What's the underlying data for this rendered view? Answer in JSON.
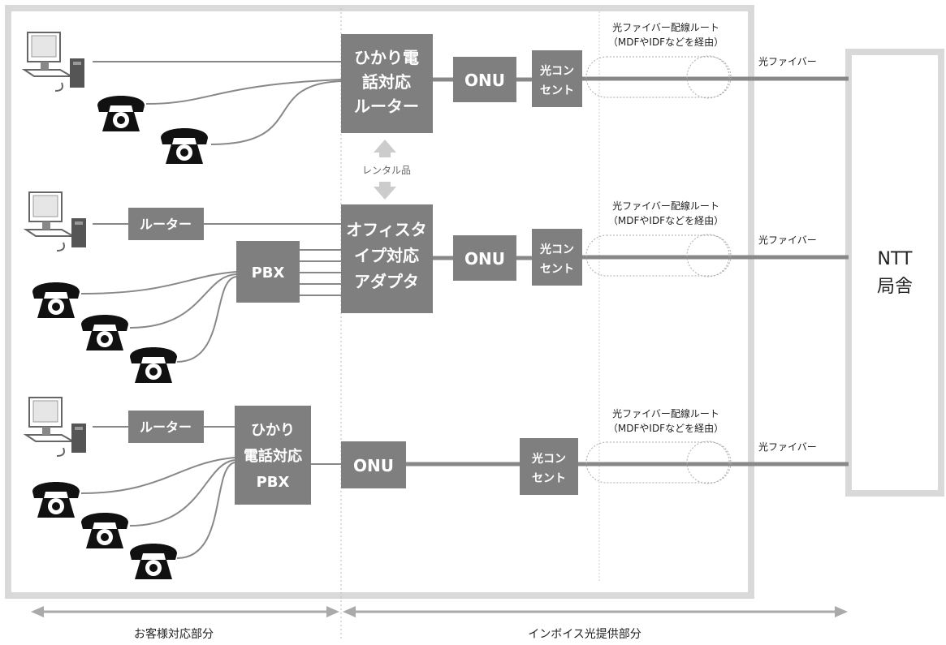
{
  "colors": {
    "box": "#7f7f7f",
    "line": "#888888",
    "frame": "#d9d9d9",
    "text": "#222222"
  },
  "row1": {
    "router": [
      "ひかり電",
      "話対応",
      "ルーター"
    ],
    "onu": "ONU",
    "outlet": [
      "光コン",
      "セント"
    ],
    "route": [
      "光ファイバー配線ルート",
      "（MDFやIDFなどを経由）"
    ],
    "fiber": "光ファイバー"
  },
  "rental": "レンタル品",
  "row2": {
    "router": "ルーター",
    "pbx": "PBX",
    "adapter": [
      "オフィスタ",
      "イプ対応",
      "アダプタ"
    ],
    "onu": "ONU",
    "outlet": [
      "光コン",
      "セント"
    ],
    "route": [
      "光ファイバー配線ルート",
      "（MDFやIDFなどを経由）"
    ],
    "fiber": "光ファイバー"
  },
  "row3": {
    "router": "ルーター",
    "pbx": [
      "ひかり",
      "電話対応",
      "PBX"
    ],
    "onu": "ONU",
    "outlet": [
      "光コン",
      "セント"
    ],
    "route": [
      "光ファイバー配線ルート",
      "（MDFやIDFなどを経由）"
    ],
    "fiber": "光ファイバー"
  },
  "ntt": [
    "NTT",
    "局舎"
  ],
  "footer": {
    "customer": "お客様対応部分",
    "provider": "インボイス光提供部分"
  },
  "icons": {
    "computer": "computer-icon",
    "phone": "telephone-icon"
  }
}
